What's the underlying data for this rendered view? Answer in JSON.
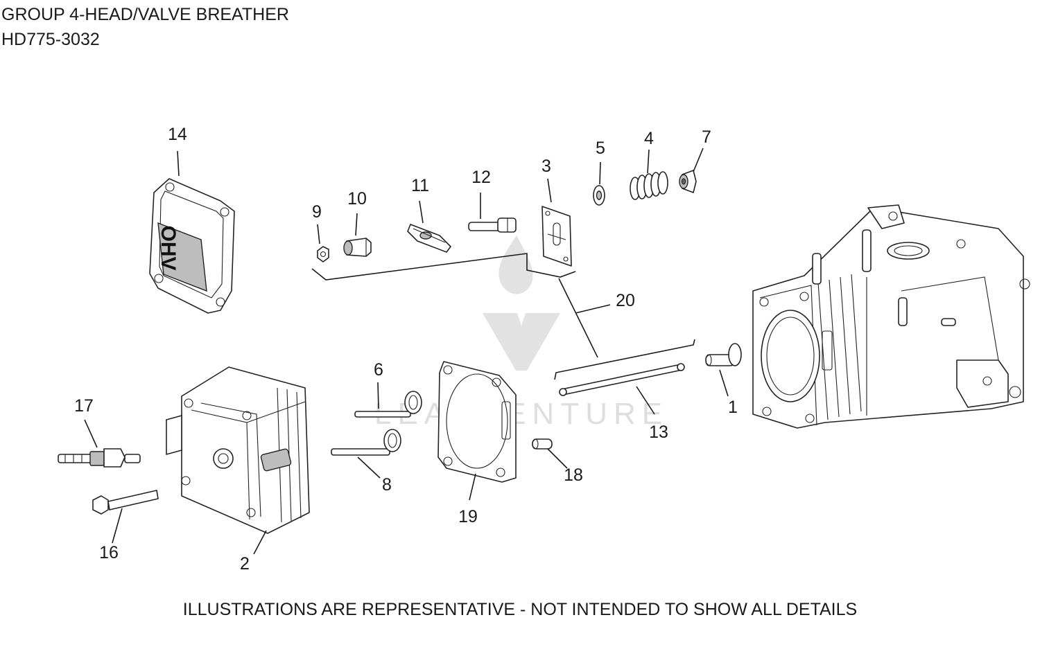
{
  "header": {
    "title": "GROUP 4-HEAD/VALVE BREATHER",
    "model": "HD775-3032"
  },
  "footer": {
    "disclaimer": "ILLUSTRATIONS ARE REPRESENTATIVE - NOT INTENDED TO SHOW ALL DETAILS"
  },
  "watermark": {
    "text": "LEADVENTURE"
  },
  "cover": {
    "marking": "OHV"
  },
  "callouts": {
    "c1": "1",
    "c2": "2",
    "c3": "3",
    "c4": "4",
    "c5": "5",
    "c6": "6",
    "c7": "7",
    "c8": "8",
    "c9": "9",
    "c10": "10",
    "c11": "11",
    "c12": "12",
    "c13": "13",
    "c14": "14",
    "c16": "16",
    "c17": "17",
    "c18": "18",
    "c19": "19",
    "c20": "20"
  }
}
